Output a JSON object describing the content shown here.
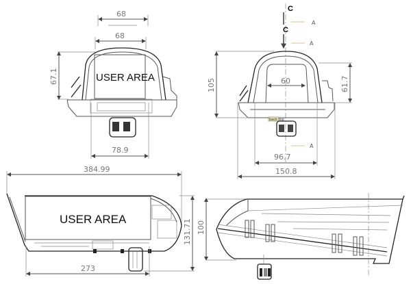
{
  "front_view": {
    "dim_top_outer": "68",
    "dim_top_inner": "68",
    "dim_height": "67.1",
    "dim_base": "78.9",
    "area_label": "USER AREA"
  },
  "rear_view": {
    "section_mark_top": "C",
    "section_mark_bottom": "C",
    "axis_label_1": "A",
    "axis_label_2": "A",
    "axis_label_3": "A",
    "dim_window": "60",
    "dim_height": "105",
    "dim_side": "61.7",
    "dim_inner_width": "96.7",
    "dim_total_width": "150.8",
    "tag_label": "back top"
  },
  "side_section": {
    "dim_length": "384.99",
    "dim_base": "273",
    "dim_height": "131.71",
    "dim_inner_height": "100",
    "area_label": "USER AREA"
  },
  "side_view": {
    "dim_height": "100"
  }
}
